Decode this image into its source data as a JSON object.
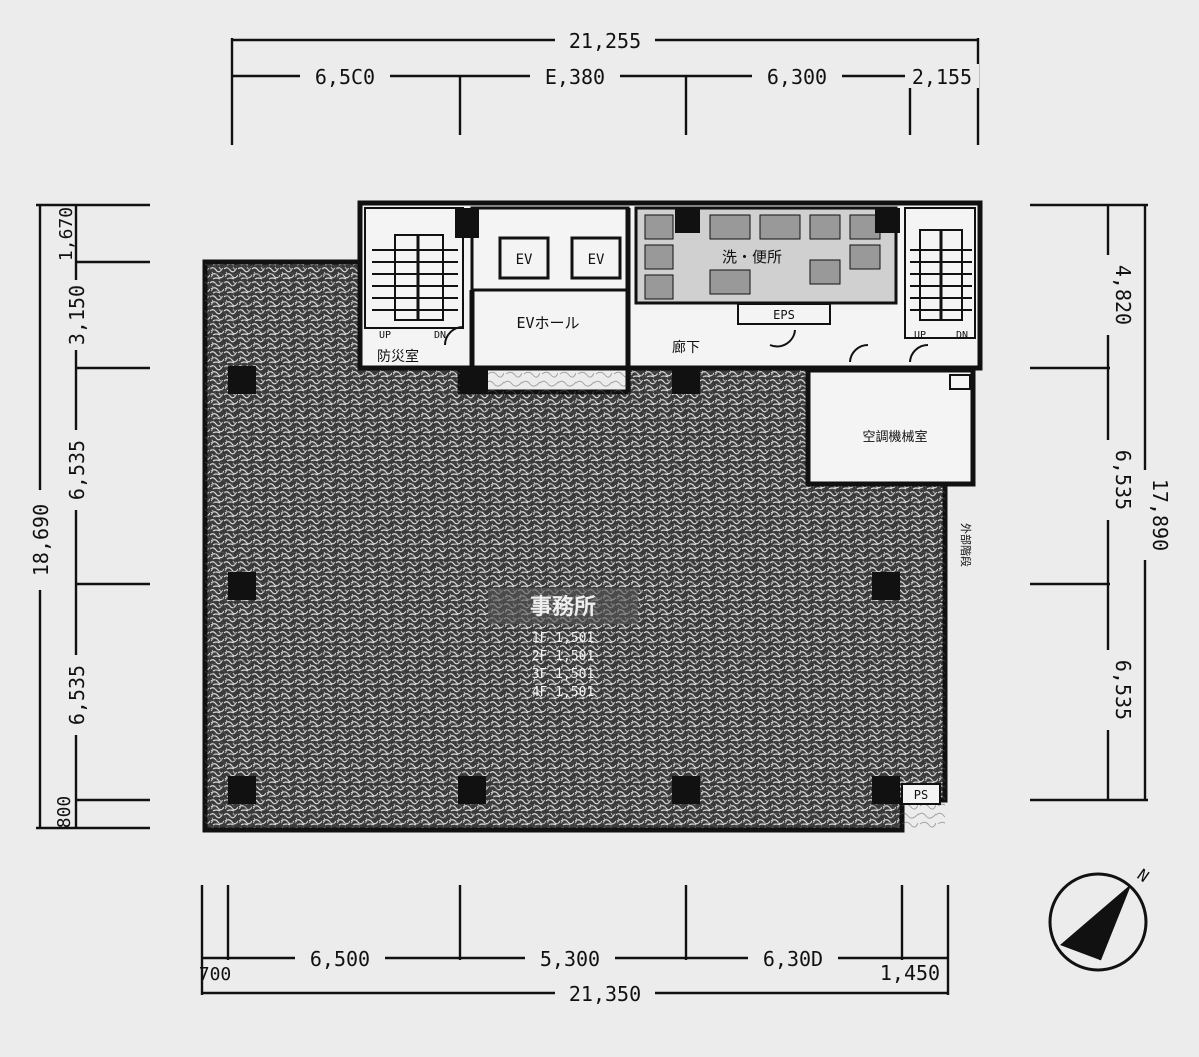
{
  "plan": {
    "top_dims": {
      "total": "21,255",
      "spans": [
        "6,5C0",
        "E,380",
        "6,300",
        "2,155"
      ]
    },
    "bottom_dims": {
      "total": "21,350",
      "spans": [
        "700",
        "6,500",
        "5,300",
        "6,30D",
        "1,450"
      ]
    },
    "left_dims": {
      "total": "18,690",
      "spans": [
        "1,670",
        "3,150",
        "6,535",
        "6,535",
        "800"
      ]
    },
    "right_dims": {
      "total": "17,890",
      "spans": [
        "4,820",
        "6,535",
        "6,535"
      ]
    },
    "rooms": {
      "ev1": "EV",
      "ev2": "EV",
      "ev_hall": "EVホール",
      "corridor": "廊下",
      "toilet": "洗・便所",
      "eps": "EPS",
      "dsb": "防災室",
      "ahu": "空調機械室",
      "office": "事務所",
      "pipe_shaft": "PS",
      "side_label": "外部階段"
    },
    "stair_labels": {
      "left_up": "UP",
      "left_dn": "DN",
      "right_up": "UP",
      "right_dn": "DN"
    },
    "office_notes": [
      "1F 1,501",
      "2F 1,501",
      "3F 1,501",
      "4F 1,501"
    ],
    "north_mark": "N"
  }
}
